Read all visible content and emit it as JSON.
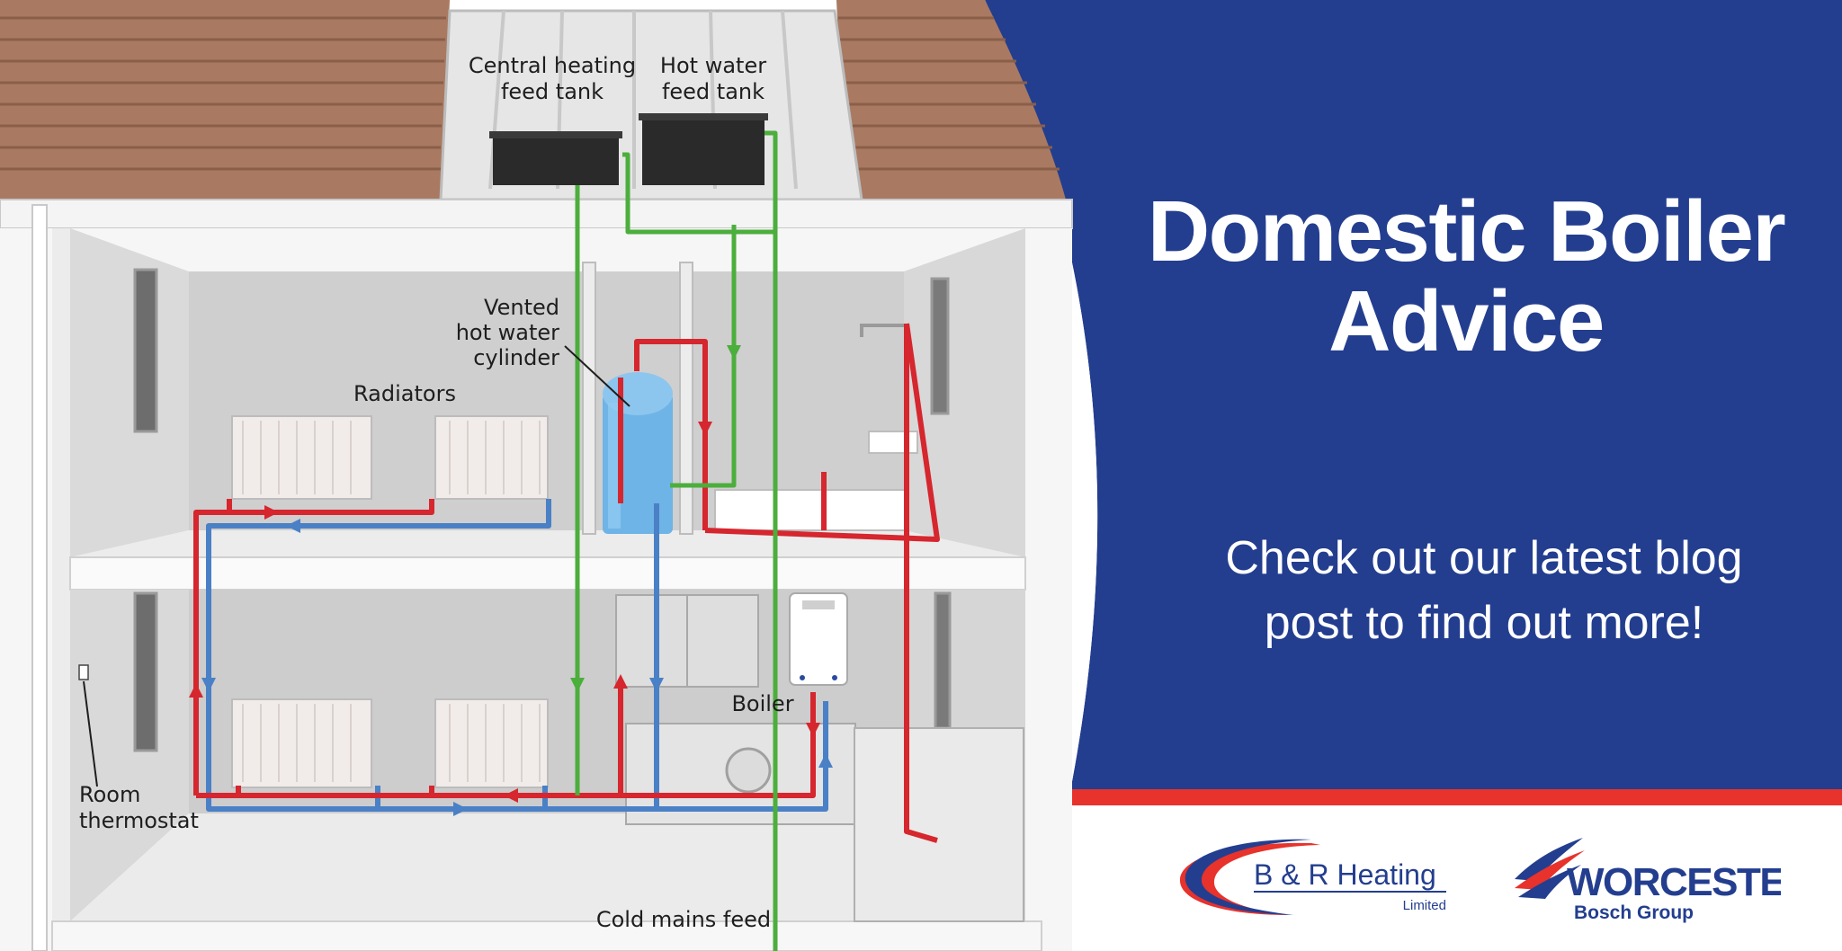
{
  "headline": {
    "line1": "Domestic Boiler",
    "line2": "Advice"
  },
  "subline": {
    "line1": "Check out our latest blog",
    "line2": "post to find out more!"
  },
  "labels": {
    "central_tank_1": "Central heating",
    "central_tank_2": "feed tank",
    "hot_tank_1": "Hot water",
    "hot_tank_2": "feed tank",
    "cylinder_1": "Vented",
    "cylinder_2": "hot water",
    "cylinder_3": "cylinder",
    "radiators": "Radiators",
    "boiler": "Boiler",
    "thermostat_1": "Room",
    "thermostat_2": "thermostat",
    "cold_mains": "Cold mains feed"
  },
  "logos": {
    "br_name": "B & R Heating",
    "br_sub": "Limited",
    "worcester_name": "WORCESTER",
    "worcester_sub": "Bosch Group"
  },
  "colors": {
    "blue_panel": "#233e8f",
    "red_stripe": "#e8322c",
    "roof": "#a97a61",
    "hot_pipe": "#d6262e",
    "return_pipe": "#4a80c6",
    "feed_pipe": "#4cae3c",
    "cylinder": "#6fb4e6",
    "tank": "#2a2a2a"
  },
  "icons": [
    "house-cutaway",
    "radiator-icon",
    "boiler-unit-icon",
    "hot-water-cylinder-icon",
    "feed-tank-icon",
    "room-thermostat-icon",
    "worcester-swoosh-logo",
    "br-heating-ellipse-logo"
  ]
}
